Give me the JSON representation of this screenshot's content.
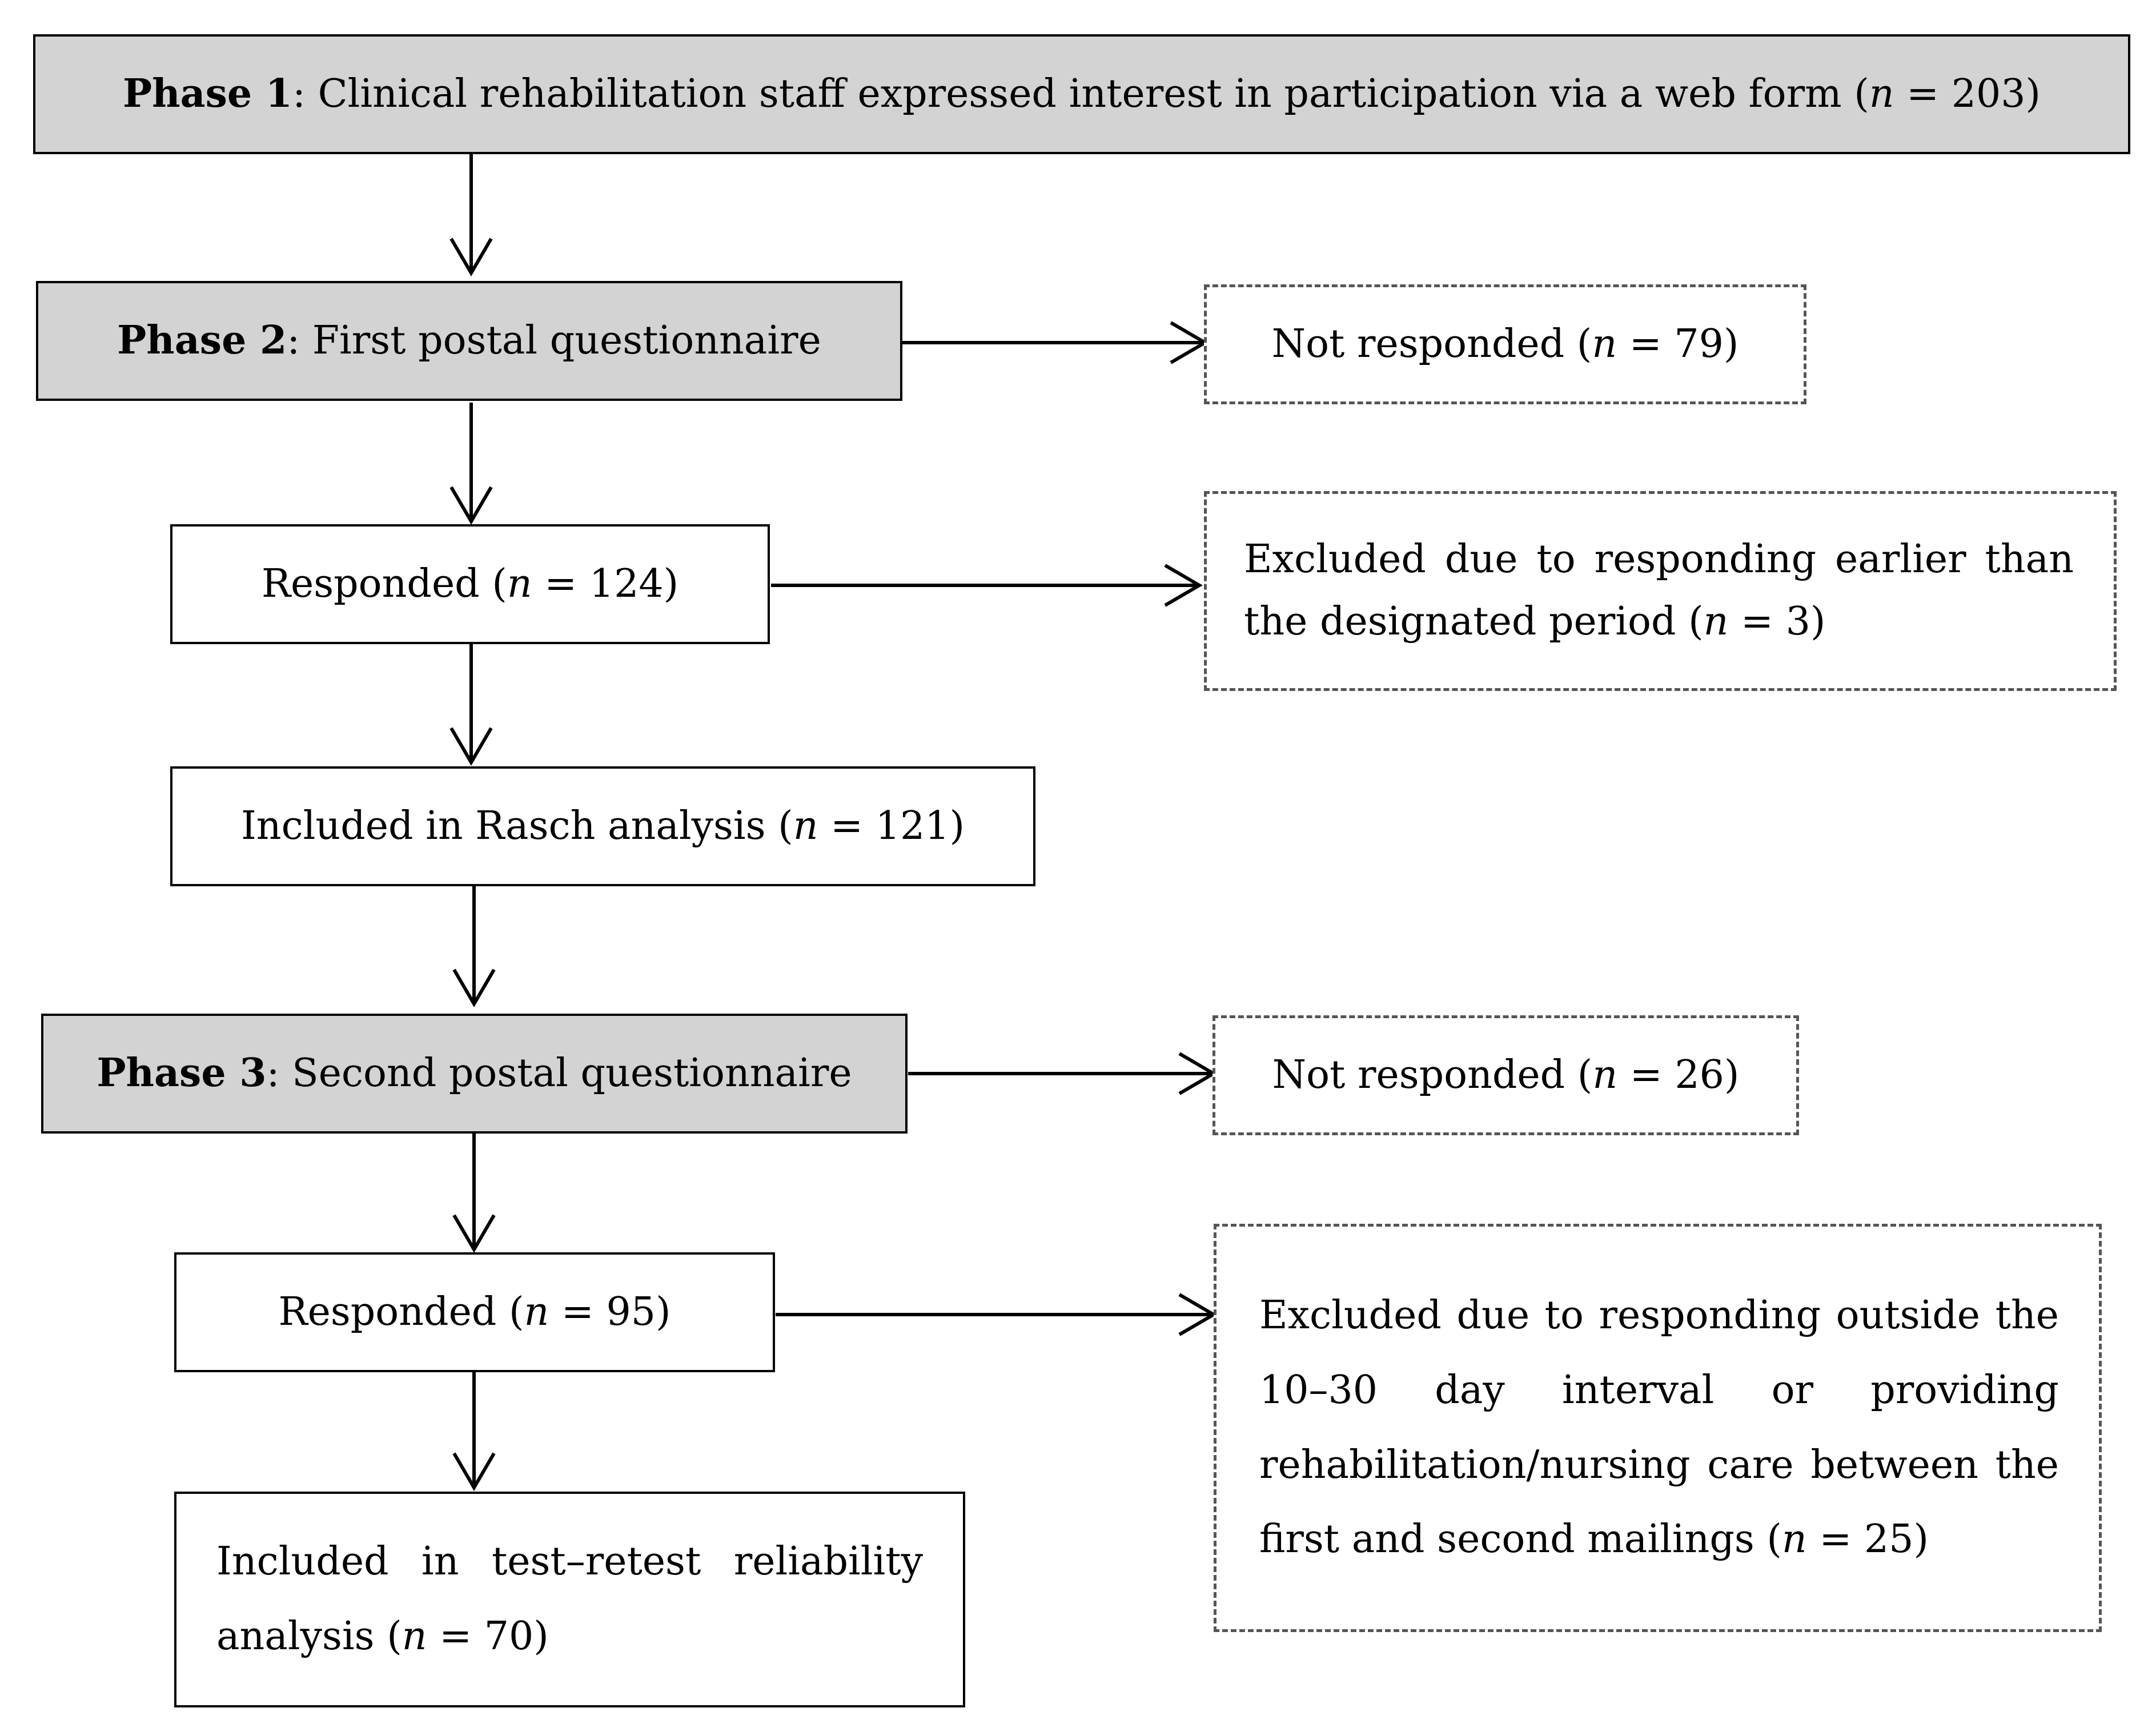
{
  "diagram": {
    "phase1": {
      "label": "Phase 1",
      "text": ": Clinical rehabilitation staff expressed interest in participation via a web form (",
      "n": "n",
      "eq": " = 203)"
    },
    "phase2": {
      "label": "Phase 2",
      "text": ": First postal questionnaire"
    },
    "not_responded_1": {
      "text": "Not responded (",
      "n": "n",
      "eq": " = 79)"
    },
    "responded_1": {
      "text": "Responded (",
      "n": "n",
      "eq": " = 124)"
    },
    "excluded_1": {
      "text": "Excluded due to responding earlier than the designated period (",
      "n": "n",
      "eq": " = 3)"
    },
    "rasch": {
      "text": "Included in Rasch analysis (",
      "n": "n",
      "eq": " = 121)"
    },
    "phase3": {
      "label": "Phase 3",
      "text": ": Second postal questionnaire"
    },
    "not_responded_2": {
      "text": "Not responded (",
      "n": "n",
      "eq": " = 26)"
    },
    "responded_2": {
      "text": "Responded (",
      "n": "n",
      "eq": " = 95)"
    },
    "excluded_2": {
      "text": "Excluded due to responding outside the 10–30 day interval or providing rehabilitation/nursing care between the first and second mailings (",
      "n": "n",
      "eq": " = 25)"
    },
    "retest": {
      "text": "Included in test–retest reliability analysis (",
      "n": "n",
      "eq": " = 70)"
    }
  }
}
